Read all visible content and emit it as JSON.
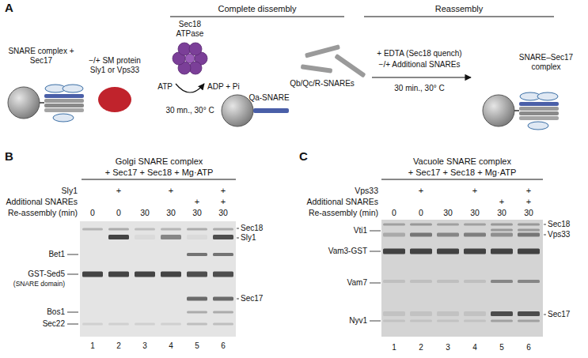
{
  "diagram": {
    "labels": [
      "A",
      "Complete dissembly",
      "Reassembly",
      "SNARE complex + Sec17",
      "−/+ SM protein Sly1 or Vps33",
      "Sec18 ATPase",
      "ATP",
      "ADP + Pi",
      "30 mn., 30° C",
      "Qb/Qc/R-SNAREs",
      "Qa-SNARE",
      "+ EDTA (Sec18 quench)",
      "−/+ Additional SNAREs",
      "30 min., 30° C",
      "SNARE–Sec17 complex",
      "B",
      "Golgi SNARE complex",
      "+ Sec17 + Sec18 + Mg·ATP",
      "Sly1",
      "+",
      "+",
      "+",
      "Additional SNAREs",
      "+",
      "+",
      "Re-assembly (min)",
      "0",
      "0",
      "30",
      "30",
      "30",
      "30",
      "Sec18",
      "Sly1",
      "Bet1",
      "GST-Sed5",
      "(SNARE domain)",
      "Sec17",
      "Bos1",
      "Sec22",
      "1",
      "2",
      "3",
      "4",
      "5",
      "6",
      "C",
      "Vacuole SNARE complex",
      "+ Sec17 + Sec18 + Mg·ATP",
      "Vps33",
      "+",
      "+",
      "+",
      "Additional SNAREs",
      "+",
      "+",
      "Re-assembly (min)",
      "0",
      "0",
      "30",
      "30",
      "30",
      "30",
      "Sec18",
      "Vti1",
      "Vps33",
      "Vam3-GST",
      "Vam7",
      "Sec17",
      "Nyv1",
      "1",
      "2",
      "3",
      "4",
      "5",
      "6"
    ]
  }
}
